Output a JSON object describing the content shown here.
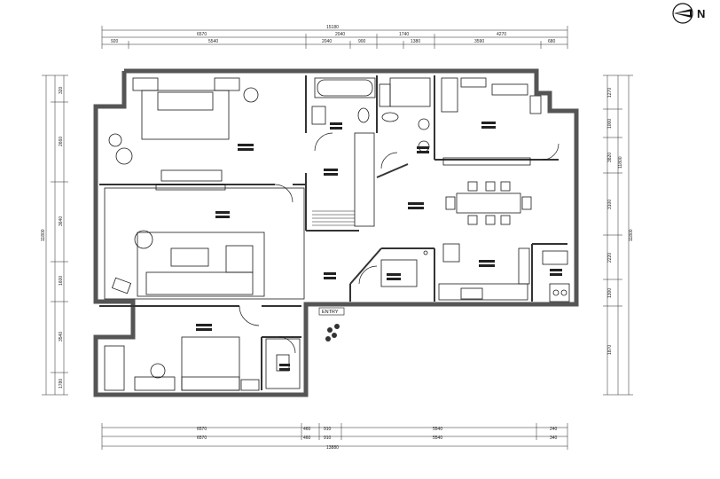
{
  "north_label": "N",
  "entry_label": "ENTRY",
  "dims_top_total": "15180",
  "dims_top_row1": [
    "6570",
    "2040",
    "1740",
    "4270"
  ],
  "dims_top_row2": [
    "920",
    "5540",
    "2040",
    "900",
    "1380",
    "3590",
    "680"
  ],
  "dims_bottom_row1": [
    "6570",
    "460",
    "910",
    "5540",
    "240"
  ],
  "dims_bottom_row2": [
    "6570",
    "460",
    "910",
    "5540",
    "340"
  ],
  "dims_bottom_total": "13880",
  "dims_left_total": "11800",
  "dims_left": [
    "320",
    "2660",
    "3640",
    "1600",
    "3540",
    "1780"
  ],
  "dims_right_total": "11800",
  "dims_right": [
    "1270",
    "1000",
    "3820",
    "3100",
    "2220",
    "1300",
    "1870"
  ],
  "icons": {
    "north": "north-arrow-icon",
    "entry": "entry-arrow-icon"
  },
  "colors": {
    "wall": "#555555",
    "line": "#1a1a1a",
    "background": "#ffffff"
  }
}
